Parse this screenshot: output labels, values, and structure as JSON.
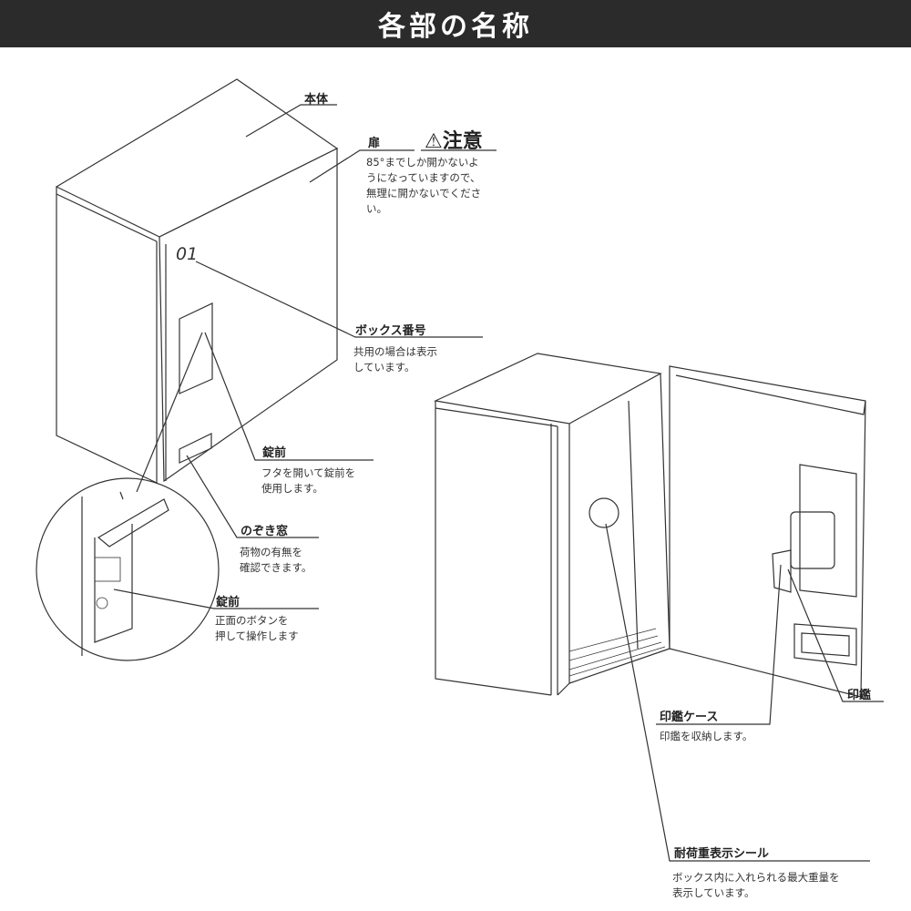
{
  "title": "各部の名称",
  "box_number": "01",
  "labels": {
    "body": "本体",
    "door": "扉",
    "caution": {
      "title": "注意",
      "icon": "warning-icon",
      "text": [
        "85°までしか開かないよ",
        "うになっていますので、",
        "無理に開かないでくださ",
        "い。"
      ]
    },
    "box_number": {
      "title": "ボックス番号",
      "text": [
        "共用の場合は表示",
        "しています。"
      ]
    },
    "lock_cover": {
      "title": "錠前",
      "text": [
        "フタを開いて錠前を",
        "使用します。"
      ]
    },
    "peep_window": {
      "title": "のぞき窓",
      "text": [
        "荷物の有無を",
        "確認できます。"
      ]
    },
    "lock_buttons": {
      "title": "錠前",
      "text": [
        "正面のボタンを",
        "押して操作します"
      ]
    },
    "seal": {
      "title": "印鑑"
    },
    "seal_case": {
      "title": "印鑑ケース",
      "text": [
        "印鑑を収納します。"
      ]
    },
    "load_sticker": {
      "title": "耐荷重表示シール",
      "text": [
        "ボックス内に入れられる最大重量を",
        "表示しています。"
      ]
    }
  }
}
